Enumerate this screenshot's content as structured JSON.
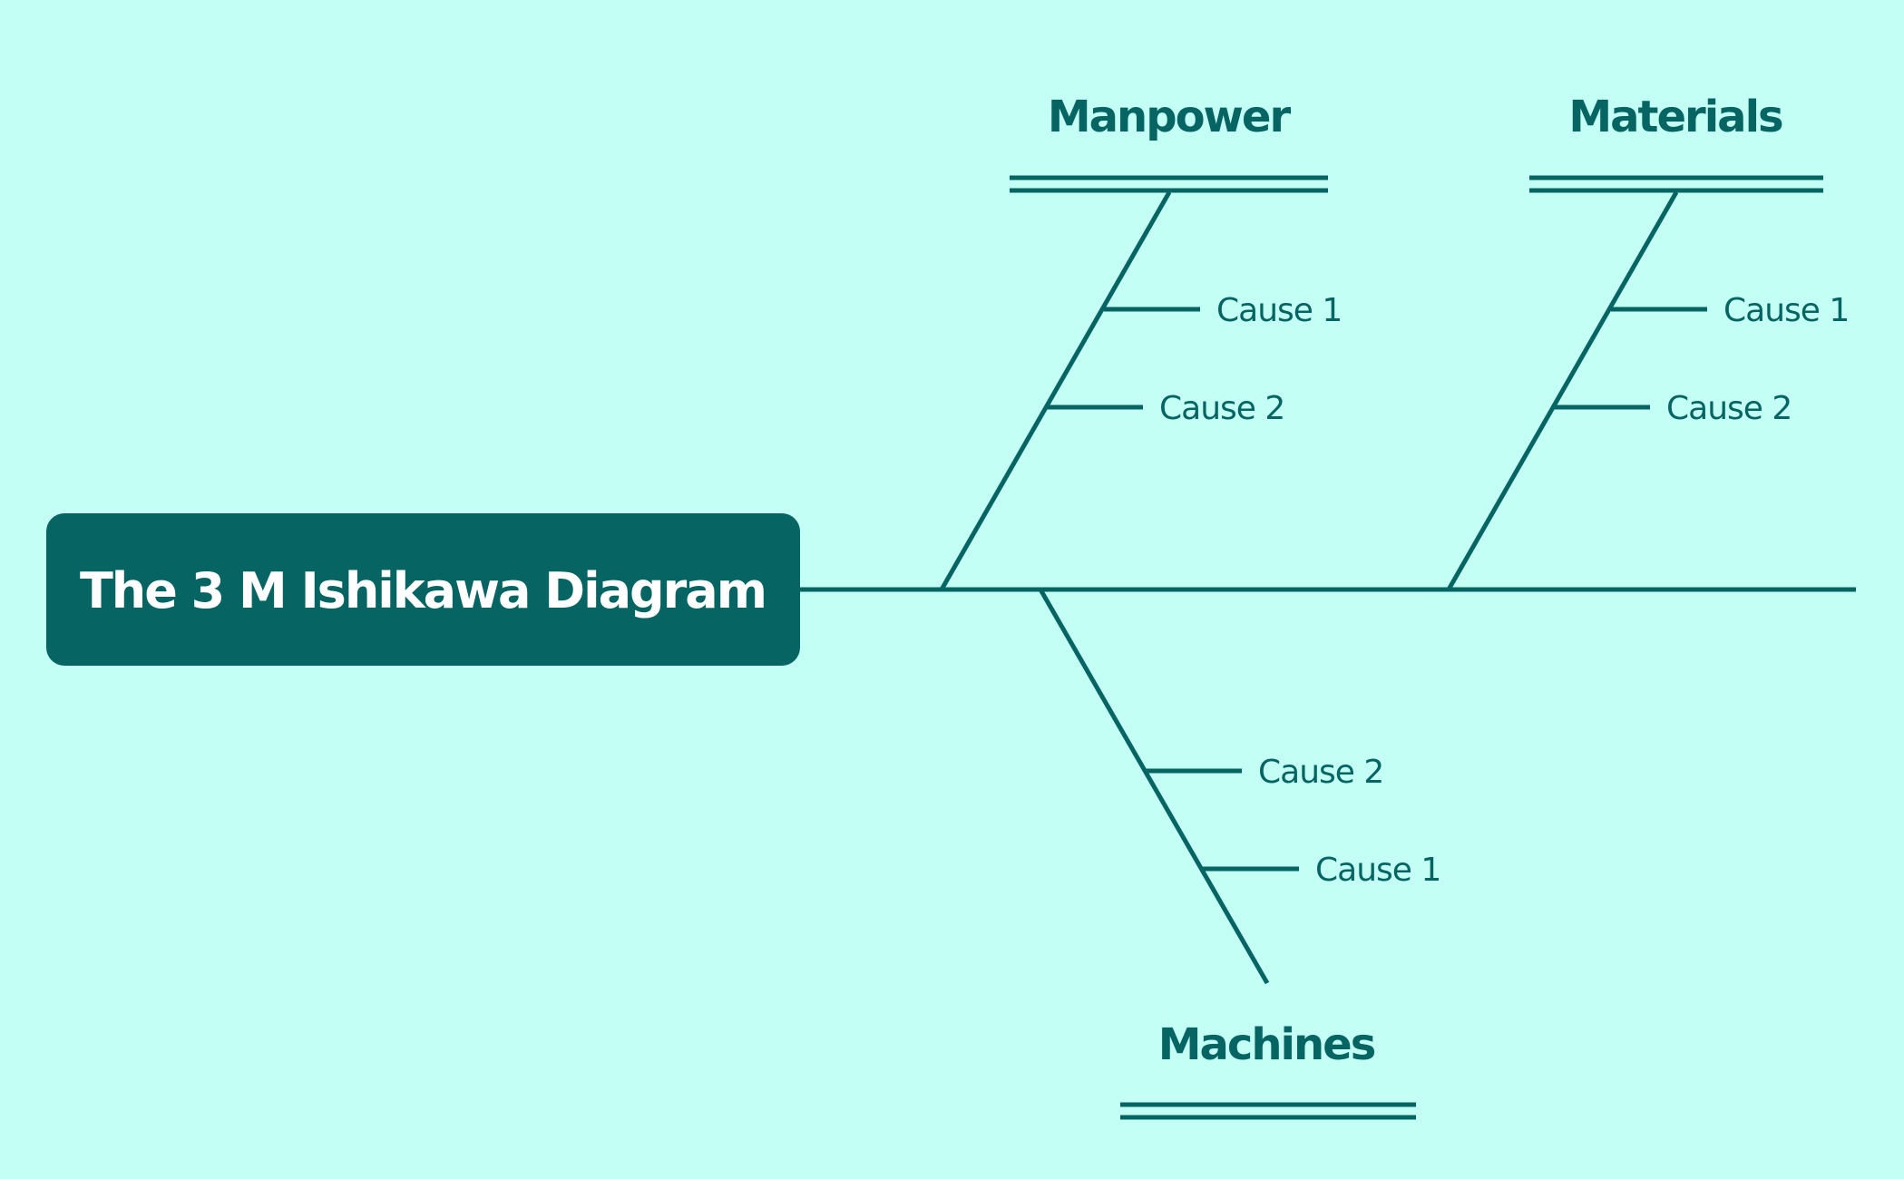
{
  "diagram": {
    "title": "The 3 M Ishikawa Diagram",
    "colors": {
      "background": "#c4fff6",
      "primary": "#066562",
      "title_text": "#ffffff"
    },
    "categories": [
      {
        "name": "Manpower",
        "causes": [
          "Cause 1",
          "Cause 2"
        ]
      },
      {
        "name": "Materials",
        "causes": [
          "Cause 1",
          "Cause 2"
        ]
      },
      {
        "name": "Machines",
        "causes": [
          "Cause 2",
          "Cause 1"
        ]
      }
    ]
  }
}
